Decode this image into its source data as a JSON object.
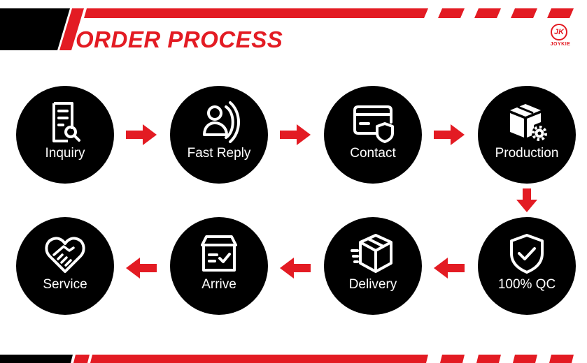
{
  "header": {
    "title": "ORDER PROCESS"
  },
  "brand": {
    "monogram": "JK",
    "name": "JOYKIE"
  },
  "colors": {
    "accent": "#e31b23",
    "dark": "#000000",
    "light": "#ffffff"
  },
  "steps": [
    {
      "label": "Inquiry",
      "icon": "document-search-icon"
    },
    {
      "label": "Fast Reply",
      "icon": "chat-user-icon"
    },
    {
      "label": "Contact",
      "icon": "card-shield-icon"
    },
    {
      "label": "Production",
      "icon": "boxes-gear-icon"
    },
    {
      "label": "100% QC",
      "icon": "shield-check-icon"
    },
    {
      "label": "Delivery",
      "icon": "delivery-box-icon"
    },
    {
      "label": "Arrive",
      "icon": "box-check-icon"
    },
    {
      "label": "Service",
      "icon": "heart-handshake-icon"
    }
  ]
}
